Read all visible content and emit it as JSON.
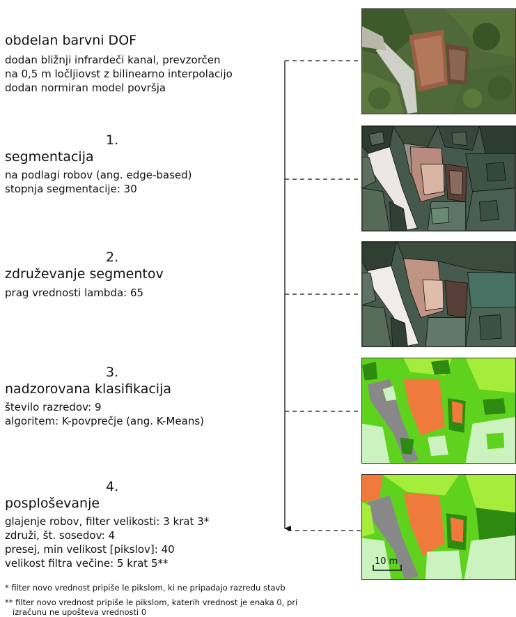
{
  "step0": {
    "title": "obdelan barvni DOF",
    "lines": [
      "dodan bližnji infrardeči kanal, prevzorčen",
      "na 0,5 m ločljiovst z bilinearno interpolacijo",
      "dodan normiran model površja"
    ]
  },
  "step1": {
    "number": "1.",
    "title": "segmentacija",
    "lines": [
      "na podlagi robov (ang. edge-based)",
      "stopnja segmentacije: 30"
    ]
  },
  "step2": {
    "number": "2.",
    "title": "združevanje segmentov",
    "lines": [
      "prag vrednosti lambda: 65"
    ]
  },
  "step3": {
    "number": "3.",
    "title": "nadzorovana klasifikacija",
    "lines": [
      "število razredov: 9",
      "algoritem: K-povprečje (ang. K-Means)"
    ]
  },
  "step4": {
    "number": "4.",
    "title": "posploševanje",
    "lines": [
      "glajenje robov, filter velikosti: 3 krat 3*",
      "združi, št. sosedov: 4",
      "presej, min velikost [pikslov]: 40",
      "velikost filtra večine: 5 krat 5**"
    ]
  },
  "footnotes": [
    "* filter novo vrednost pripiše le pikslom, ki ne pripadajo razredu stavb",
    "** filter novo vrednost pripiše le pikslom, katerih vrednost je enaka 0, pri",
    "izračunu ne upošteva vrednosti 0"
  ],
  "scale_label": "10 m",
  "colors": {
    "class_building": "#f07a3c",
    "class_road": "#888888",
    "class_grass_light": "#ccf2c0",
    "class_vegetation": "#5fd21e",
    "class_vegetation_light": "#a6ec3a",
    "class_forest_dark": "#2e8a10",
    "aerial_roof": "#8a5a40",
    "aerial_forest": "#3f5a2c"
  }
}
